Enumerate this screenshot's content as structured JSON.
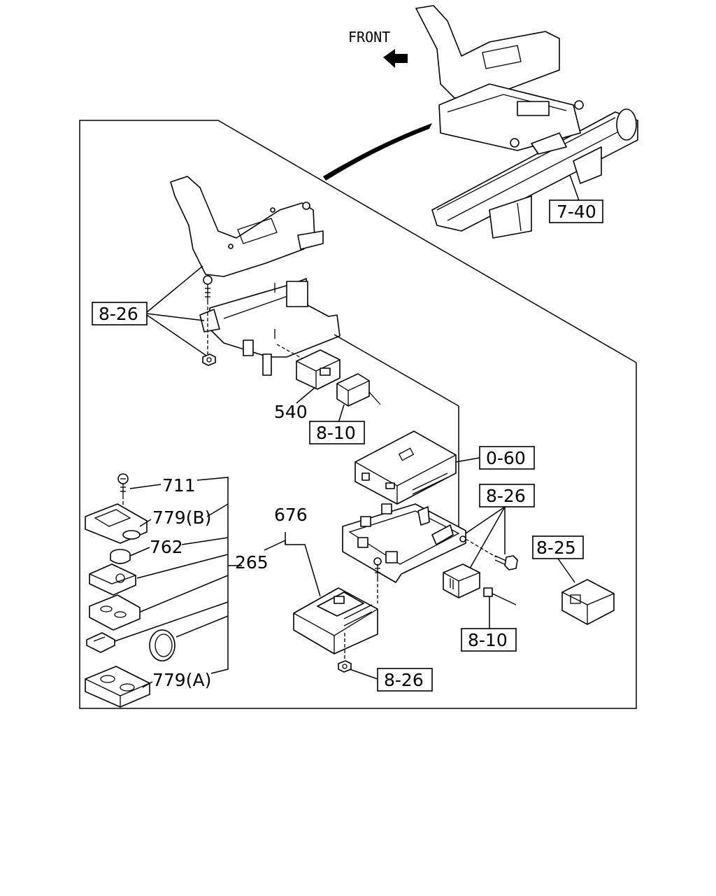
{
  "front_label": "FRONT",
  "callouts": {
    "c_7_40": "7-40",
    "c_8_26_a": "8-26",
    "c_540": "540",
    "c_8_10_a": "8-10",
    "c_0_60": "0-60",
    "c_8_26_b": "8-26",
    "c_8_25": "8-25",
    "c_8_10_b": "8-10",
    "c_8_26_c": "8-26",
    "c_676": "676",
    "c_711": "711",
    "c_779b": "779(B)",
    "c_762": "762",
    "c_265": "265",
    "c_779a": "779(A)"
  }
}
